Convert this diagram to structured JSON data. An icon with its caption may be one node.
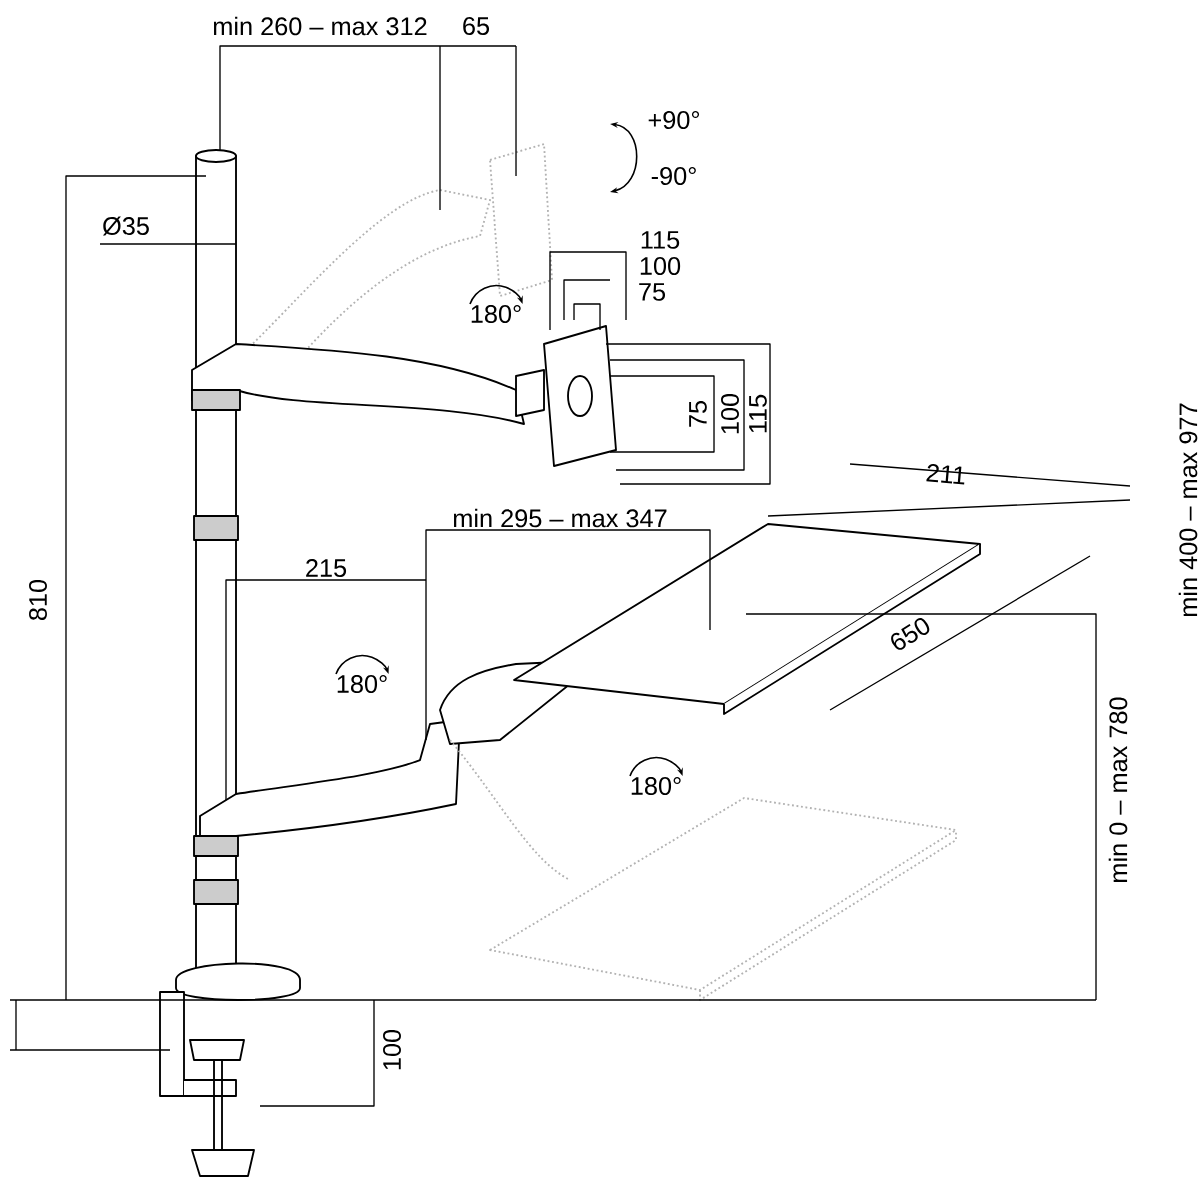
{
  "diagram": {
    "labels": [
      "min 260 – max 312",
      "65",
      "+90°",
      "-90°",
      "Ø35",
      "115",
      "100",
      "75",
      "180°",
      "75",
      "100",
      "115",
      "211",
      "min 400 – max 977",
      "810",
      "min 295 – max 347",
      "215",
      "180°",
      "650",
      "180°",
      "min 0 – max 780",
      "100"
    ]
  }
}
